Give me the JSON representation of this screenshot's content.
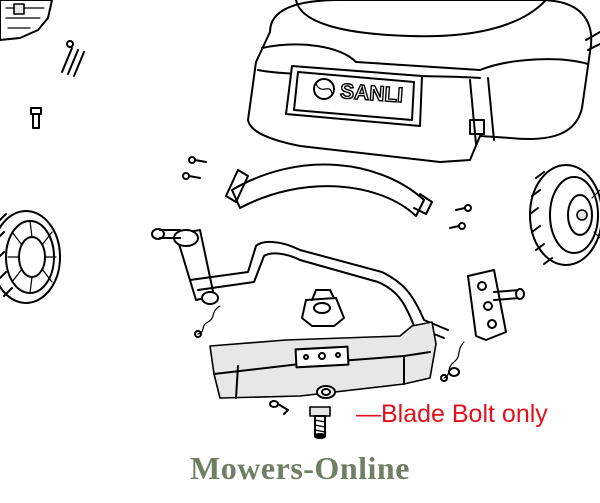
{
  "brand": {
    "logo_text": "SANLI"
  },
  "callout": {
    "label": "—Blade Bolt only",
    "color": "#e0121b"
  },
  "watermark": {
    "text": "Mowers-Online",
    "color": "#6f7f64"
  },
  "colors": {
    "line": "#000000",
    "background": "#ffffff"
  }
}
